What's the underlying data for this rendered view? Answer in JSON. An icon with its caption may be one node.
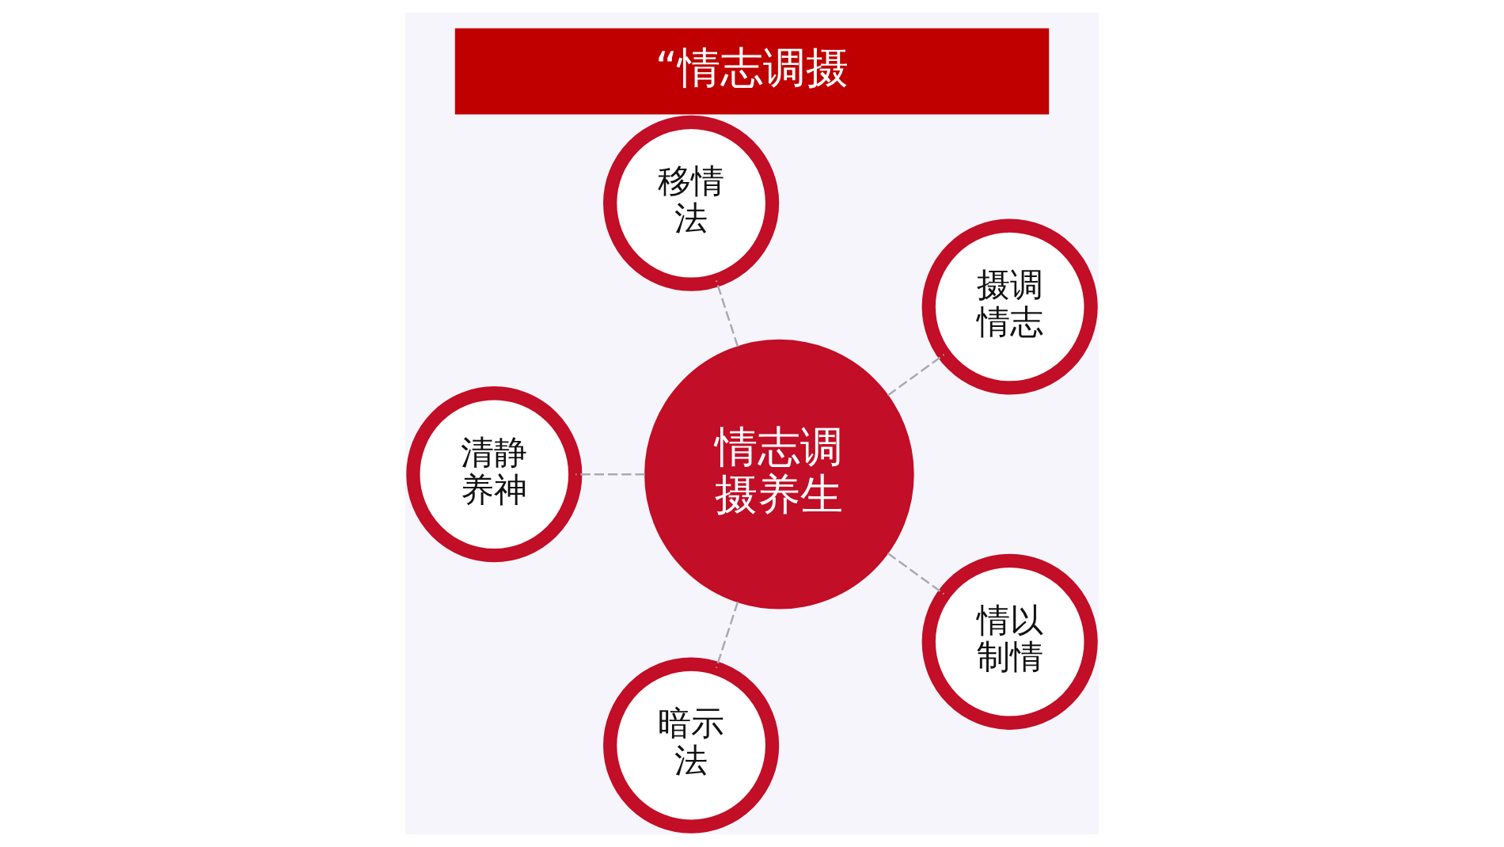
{
  "diagram": {
    "title": "“情志调摄",
    "nodes": [
      {
        "text": [
          "情志调摄养生"
        ]
      },
      {
        "text": [
          "摄调情志"
        ]
      },
      {
        "text": [
          "移情法"
        ]
      },
      {
        "text": [
          "清静养神"
        ]
      },
      {
        "text": [
          "暗示法"
        ]
      },
      {
        "text": [
          "情以制情"
        ]
      }
    ],
    "edges": [
      {
        "from": 0,
        "to": 2,
        "arrow": "none",
        "style": "dashed"
      },
      {
        "from": 0,
        "to": 1,
        "arrow": "none",
        "style": "dashed"
      },
      {
        "from": 0,
        "to": 3,
        "arrow": "none",
        "style": "dashed"
      },
      {
        "from": 0,
        "to": 4,
        "arrow": "none",
        "style": "dashed"
      },
      {
        "from": 0,
        "to": 5,
        "arrow": "none",
        "style": "dashed"
      }
    ]
  }
}
